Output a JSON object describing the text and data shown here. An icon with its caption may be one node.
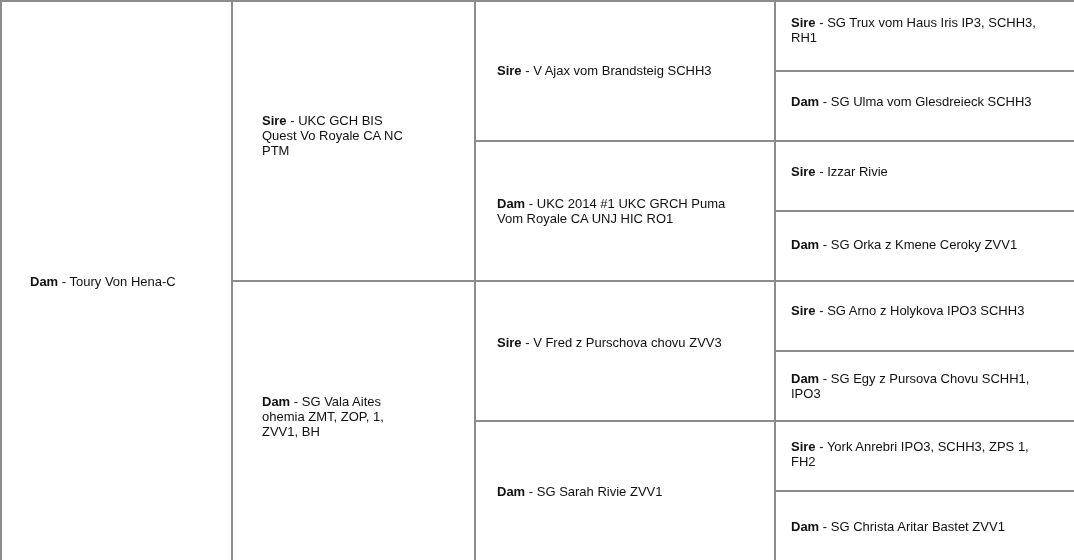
{
  "diagram": {
    "labels": [
      "**Dam** - Toury Von Hena-C",
      "**Sire** - UKC GCH BIS Quest Vo Royale CA NC PTM",
      "**Sire** - V Ajax vom Brandsteig SCHH3",
      "**Sire** - SG Trux vom Haus Iris IP3, SCHH3, RH1",
      "**Dam** - SG Ulma vom Glesdreieck SCHH3",
      "**Dam** - UKC 2014 #1 UKC GRCH Puma Vom Royale CA UNJ HIC RO1",
      "**Sire** - Izzar Rivie",
      "**Dam** - SG Orka z Kmene Ceroky ZVV1",
      "**Dam** - SG Vala Aites ohemia ZMT, ZOP, 1, ZVV1, BH",
      "**Sire** - V Fred z Purschova chovu ZVV3",
      "**Sire** - SG Arno z Holykova IPO3 SCHH3",
      "**Dam** - SG Egy z Pursova Chovu SCHH1, IPO3",
      "**Dam** - SG Sarah Rivie ZVV1",
      "**Sire** - York Anrebri IPO3, SCHH3, ZPS 1, FH2",
      "**Dam** - SG Christa Aritar Bastet ZVV1"
    ]
  }
}
